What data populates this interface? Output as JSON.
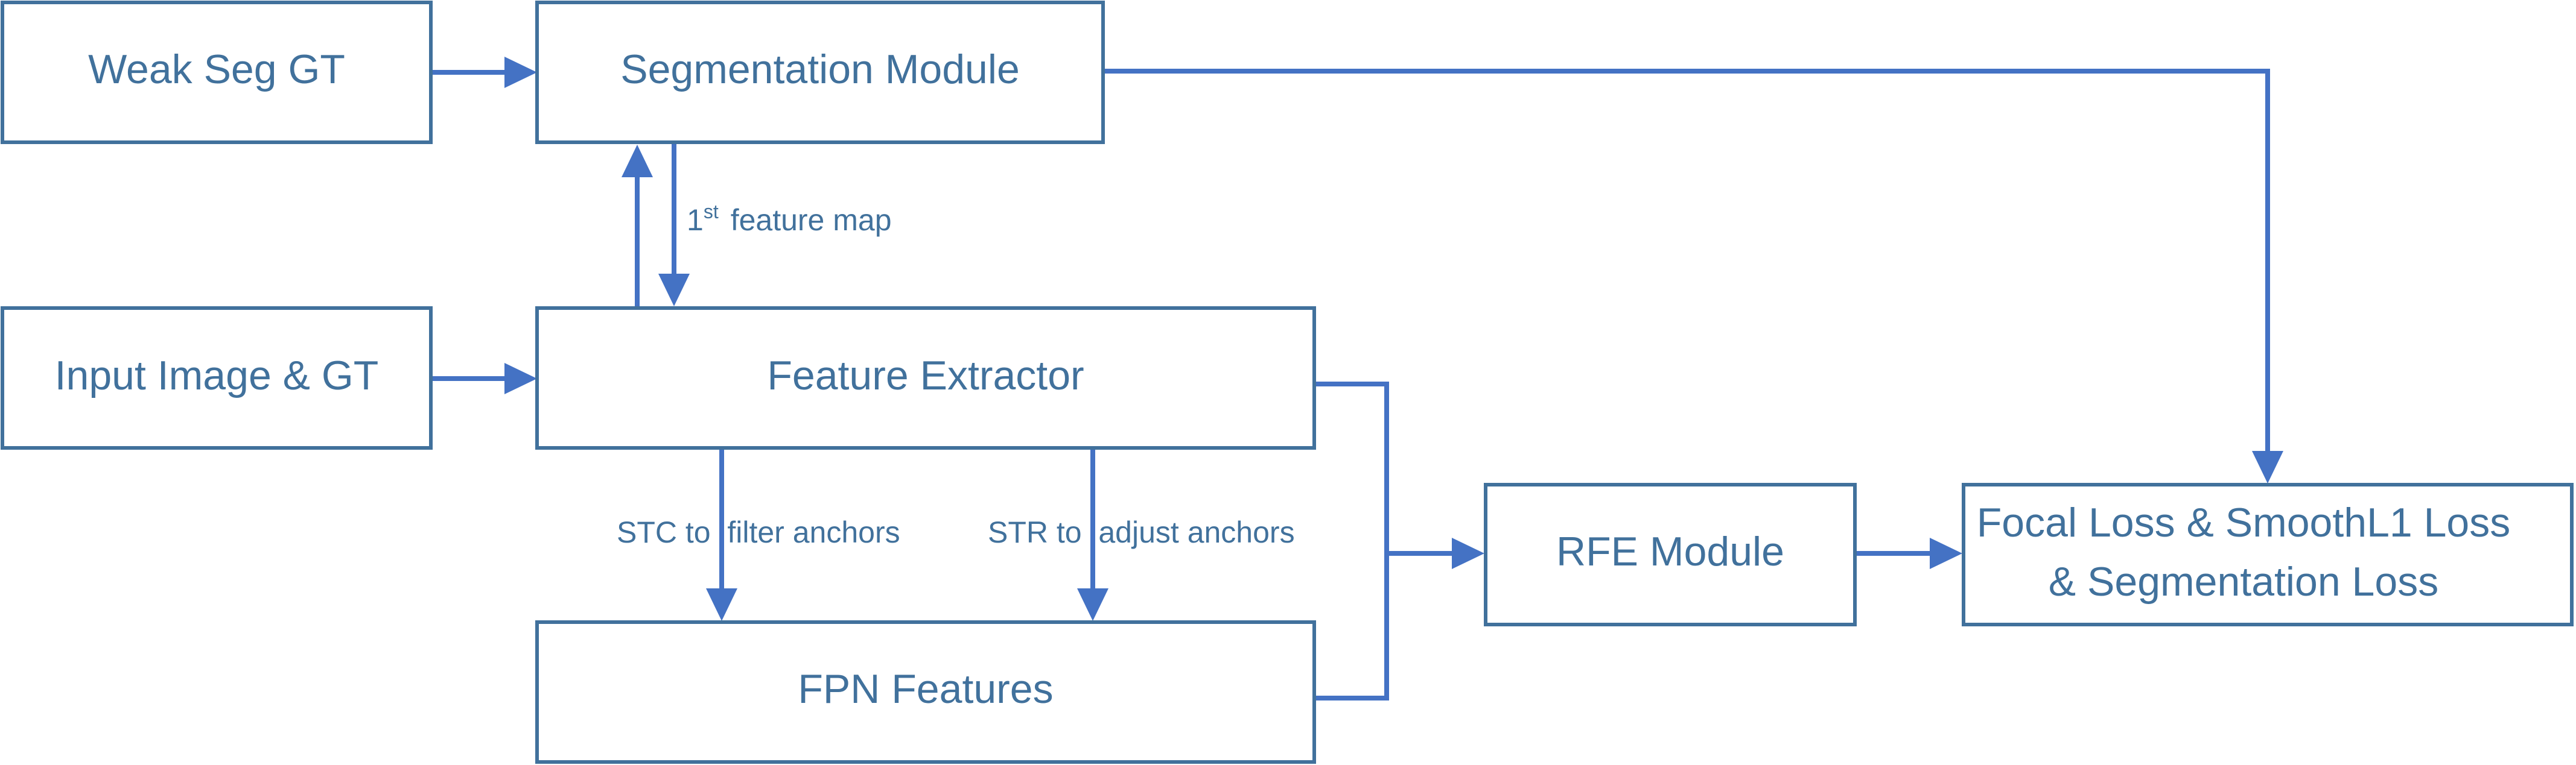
{
  "nodes": {
    "weak_seg_gt": "Weak Seg GT",
    "segmentation_module": "Segmentation Module",
    "input_image_gt": "Input Image & GT",
    "feature_extractor": "Feature Extractor",
    "fpn_features": "FPN Features",
    "rfe_module": "RFE Module",
    "loss_line1": "Focal Loss & SmoothL1 Loss",
    "loss_line2": "& Segmentation Loss"
  },
  "edge_labels": {
    "feature_map_num": "1",
    "feature_map_sup": "st",
    "feature_map_text": "feature map",
    "stc": "STC to  filter anchors",
    "str": "STR to  adjust anchors"
  },
  "colors": {
    "box_border": "#41719c",
    "arrow": "#4472c4",
    "text": "#41719c"
  }
}
